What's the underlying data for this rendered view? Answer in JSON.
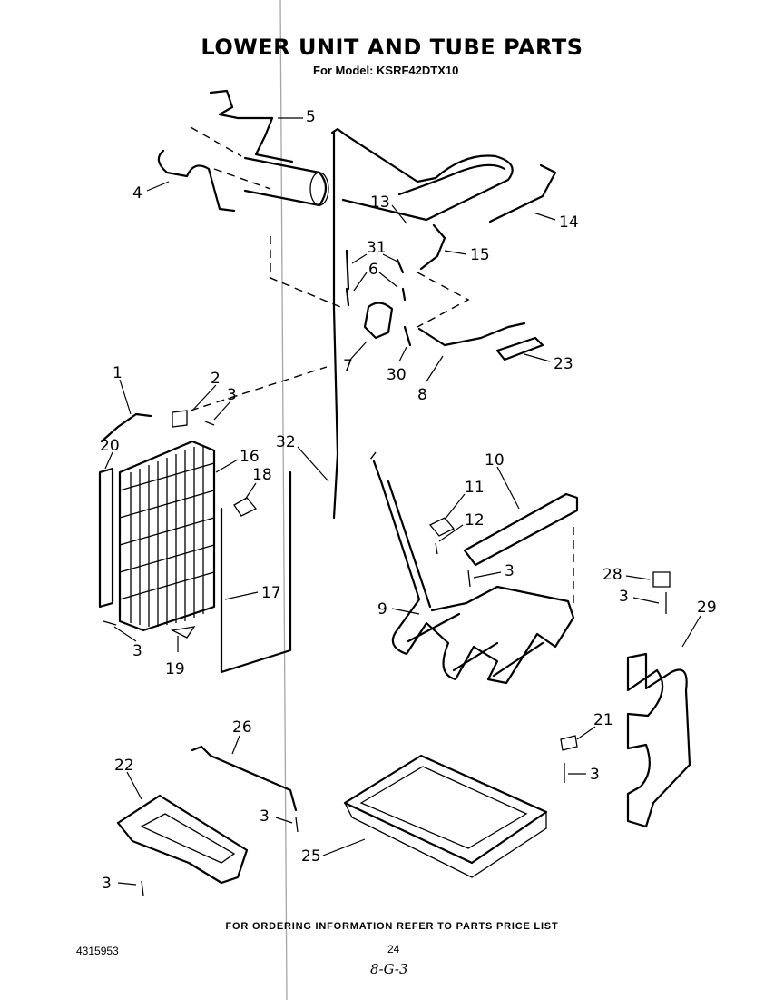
{
  "title": "LOWER UNIT AND TUBE PARTS",
  "subtitle": "For Model: KSRF42DTX10",
  "footer_note": "FOR ORDERING INFORMATION REFER TO PARTS PRICE LIST",
  "doc_number": "4315953",
  "page_number": "24",
  "handwritten_note": "8-G-3",
  "callouts": [
    "1",
    "2",
    "3",
    "4",
    "5",
    "6",
    "7",
    "8",
    "9",
    "10",
    "11",
    "12",
    "13",
    "14",
    "15",
    "16",
    "17",
    "18",
    "19",
    "20",
    "21",
    "22",
    "23",
    "25",
    "26",
    "28",
    "29",
    "30",
    "31",
    "32"
  ]
}
